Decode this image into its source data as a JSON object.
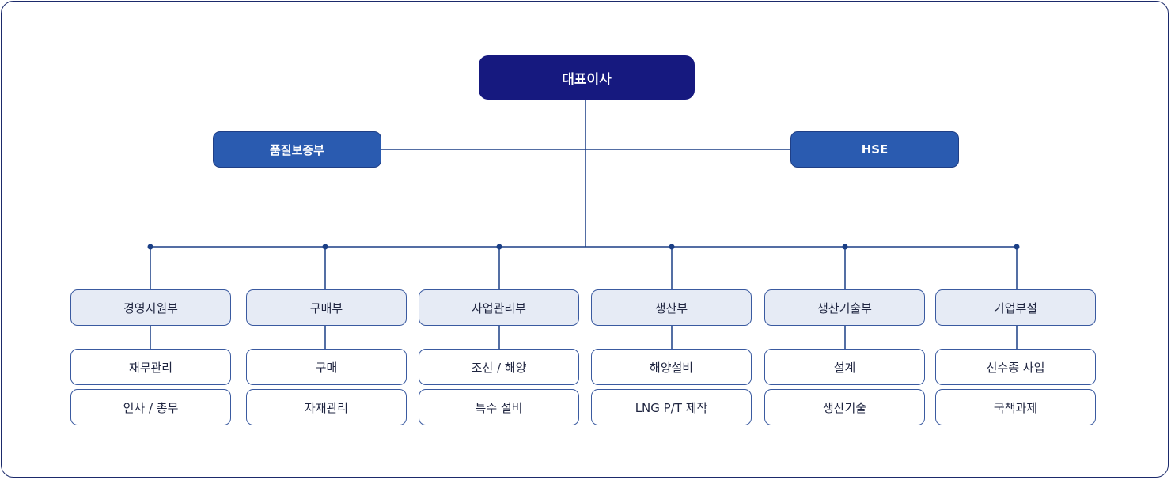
{
  "ceo": "대표이사",
  "side_left": "품질보증부",
  "side_right": "HSE",
  "departments": [
    {
      "name": "경영지원부",
      "subs": [
        "재무관리",
        "인사 / 총무"
      ]
    },
    {
      "name": "구매부",
      "subs": [
        "구매",
        "자재관리"
      ]
    },
    {
      "name": "사업관리부",
      "subs": [
        "조선 / 해양",
        "특수 설비"
      ]
    },
    {
      "name": "생산부",
      "subs": [
        "해양설비",
        "LNG P/T 제작"
      ]
    },
    {
      "name": "생산기술부",
      "subs": [
        "설계",
        "생산기술"
      ]
    },
    {
      "name": "기업부설",
      "subs": [
        "신수종 사업",
        "국책과제"
      ]
    }
  ],
  "colors": {
    "ceo": "#16197f",
    "side": "#2a5bb0",
    "line": "#1b3f86",
    "dept_bg": "#e6ebf5"
  }
}
